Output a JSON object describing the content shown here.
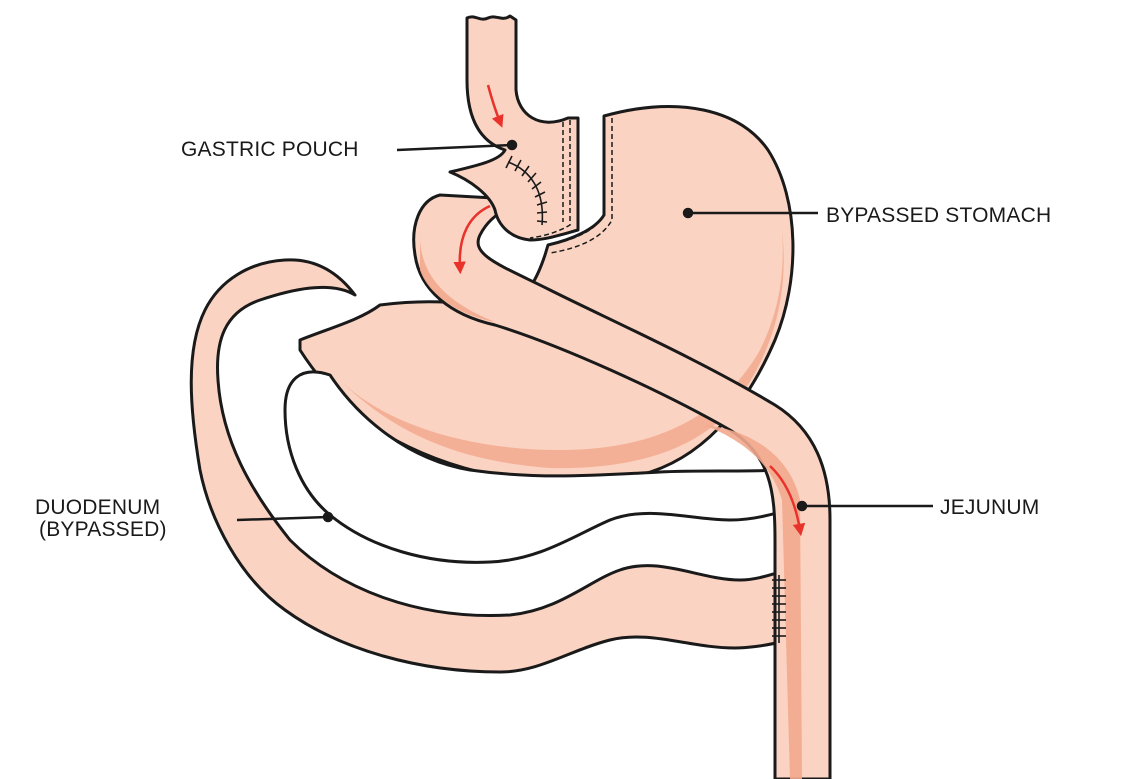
{
  "labels": {
    "gastric_pouch": "GASTRIC POUCH",
    "bypassed_stomach": "BYPASSED STOMACH",
    "jejunum": "JEJUNUM",
    "duodenum_line1": "DUODENUM",
    "duodenum_line2": "(BYPASSED)"
  },
  "colors": {
    "tissue_fill": "#fbd3c2",
    "tissue_shadow": "#f2a98e",
    "outline": "#1a1a1a",
    "flow_arrow": "#e8322a",
    "background": "#ffffff"
  },
  "icons": {
    "flow": "red-flow-arrow",
    "suture": "staple-line"
  }
}
